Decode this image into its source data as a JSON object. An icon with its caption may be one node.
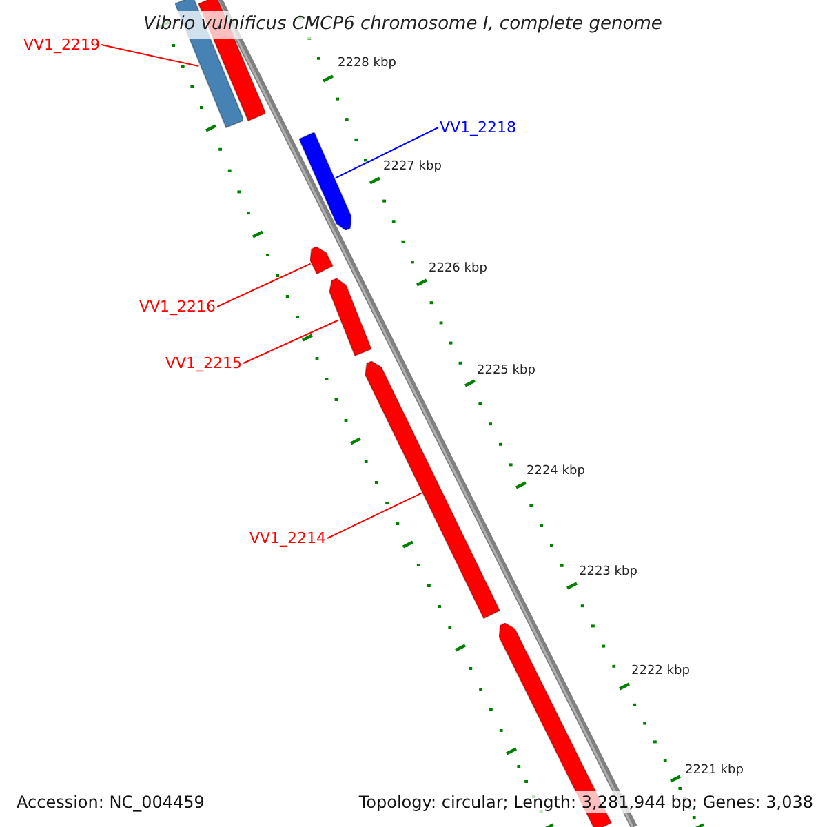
{
  "diagram": {
    "title": "Vibrio vulnificus CMCP6 chromosome I, complete genome",
    "nodes": [
      {
        "text": [
          "VV1_2219"
        ]
      },
      {
        "text": [
          "VV1_2218"
        ]
      },
      {
        "text": [
          "VV1_2216"
        ]
      },
      {
        "text": [
          "VV1_2215"
        ]
      },
      {
        "text": [
          "VV1_2214"
        ]
      },
      {
        "text": [],
        "shape": "bar"
      },
      {
        "text": [],
        "shape": "bar"
      },
      {
        "text": [],
        "shape": "bar"
      },
      {
        "text": [],
        "shape": "bar"
      },
      {
        "text": [],
        "shape": "bar"
      },
      {
        "text": [],
        "shape": "bar"
      },
      {
        "text": [],
        "shape": "bar"
      }
    ],
    "edges": [
      {
        "from": 0,
        "to": 5,
        "arrow": "none"
      },
      {
        "from": 1,
        "to": 7,
        "arrow": "none",
        "color": "#0000ff"
      },
      {
        "from": 2,
        "to": 8,
        "arrow": "none"
      },
      {
        "from": 3,
        "to": 9,
        "arrow": "none"
      },
      {
        "from": 4,
        "to": 10,
        "arrow": "none"
      }
    ],
    "labels": [
      "2228 kbp",
      "2227 kbp",
      "2226 kbp",
      "2225 kbp",
      "2224 kbp",
      "2223 kbp",
      "2222 kbp",
      "2221 kbp",
      "Accession: NC_004459",
      "Topology: circular; Length: 3,281,944 bp; Genes: 3,038"
    ]
  }
}
